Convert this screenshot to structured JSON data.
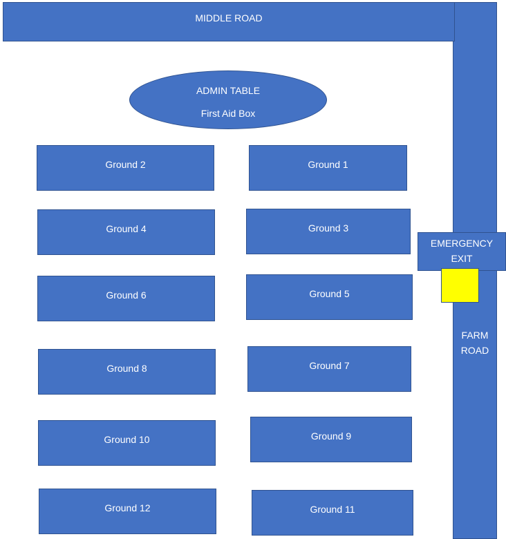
{
  "roads": {
    "middle": "MIDDLE ROAD",
    "farm": [
      "FARM",
      "ROAD"
    ]
  },
  "admin": {
    "line1": "ADMIN TABLE",
    "line2": "First Aid Box"
  },
  "emergency_exit": [
    "EMERGENCY",
    "EXIT"
  ],
  "grounds": [
    "Ground 1",
    "Ground 2",
    "Ground 3",
    "Ground 4",
    "Ground 5",
    "Ground 6",
    "Ground 7",
    "Ground 8",
    "Ground 9",
    "Ground 10",
    "Ground 11",
    "Ground 12"
  ],
  "colors": {
    "fill": "#4472c4",
    "stroke": "#2f528f",
    "text": "#ffffff",
    "exit_marker": "#ffff00"
  }
}
